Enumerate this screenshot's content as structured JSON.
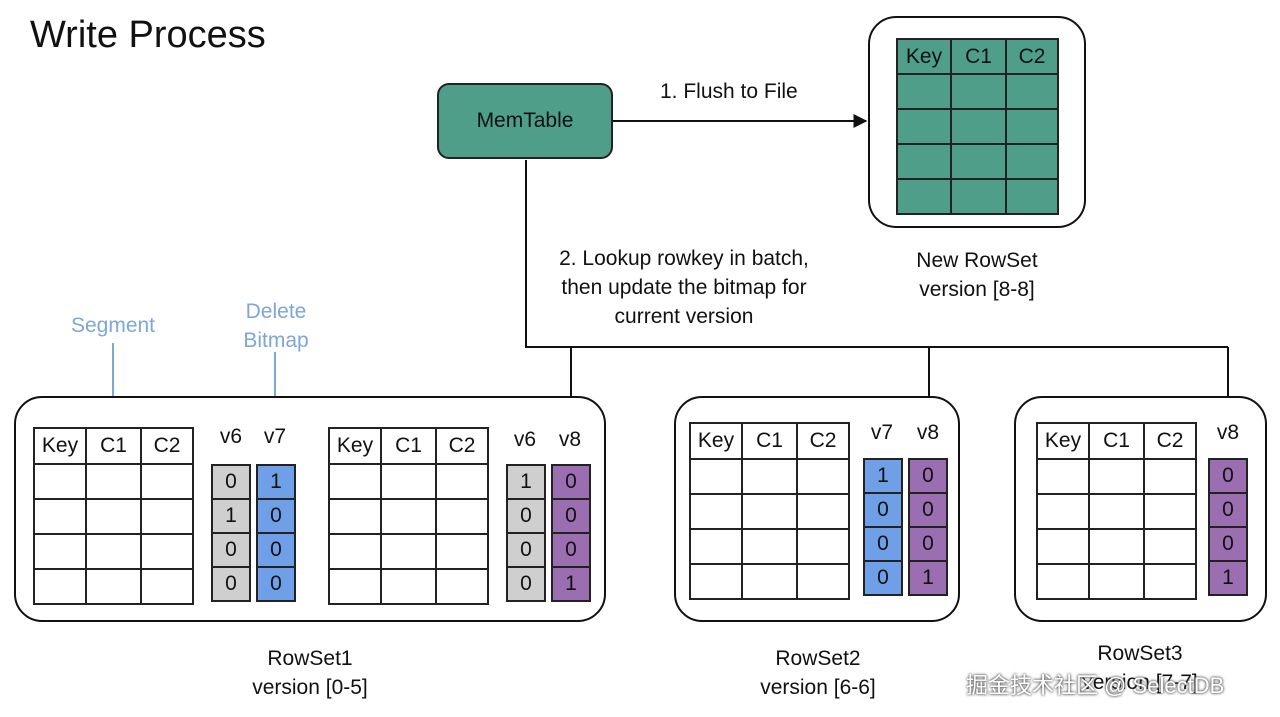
{
  "title": "Write Process",
  "memtable": "MemTable",
  "flush_label": "1. Flush to File",
  "lookup_label": [
    "2. Lookup rowkey in batch,",
    "then update the bitmap for",
    "current version"
  ],
  "new_rowset": {
    "name": "New RowSet",
    "version": "version [8-8]",
    "headers": [
      "Key",
      "C1",
      "C2"
    ]
  },
  "segment_label": "Segment",
  "delete_bitmap_label": [
    "Delete",
    "Bitmap"
  ],
  "table_headers": [
    "Key",
    "C1",
    "C2"
  ],
  "rowset1": {
    "name": "RowSet1",
    "version": "version [0-5]",
    "segment1": {
      "cols": [
        {
          "name": "v6",
          "values": [
            "0",
            "1",
            "0",
            "0"
          ]
        },
        {
          "name": "v7",
          "values": [
            "1",
            "0",
            "0",
            "0"
          ]
        }
      ]
    },
    "segment2": {
      "cols": [
        {
          "name": "v6",
          "values": [
            "1",
            "0",
            "0",
            "0"
          ]
        },
        {
          "name": "v8",
          "values": [
            "0",
            "0",
            "0",
            "1"
          ]
        }
      ]
    }
  },
  "rowset2": {
    "name": "RowSet2",
    "version": "version [6-6]",
    "cols": [
      {
        "name": "v7",
        "values": [
          "1",
          "0",
          "0",
          "0"
        ]
      },
      {
        "name": "v8",
        "values": [
          "0",
          "0",
          "0",
          "1"
        ]
      }
    ]
  },
  "rowset3": {
    "name": "RowSet3",
    "version": "version [7-7]",
    "cols": [
      {
        "name": "v8",
        "values": [
          "0",
          "0",
          "0",
          "1"
        ]
      }
    ]
  },
  "watermark": "掘金技术社区 @ SelectDB",
  "colors": {
    "memtable": "#4e9e8a",
    "v6": "#cfcfcf",
    "v7": "#6f9fe6",
    "v8": "#9a6eb0",
    "annotation": "#7ea6d6"
  }
}
